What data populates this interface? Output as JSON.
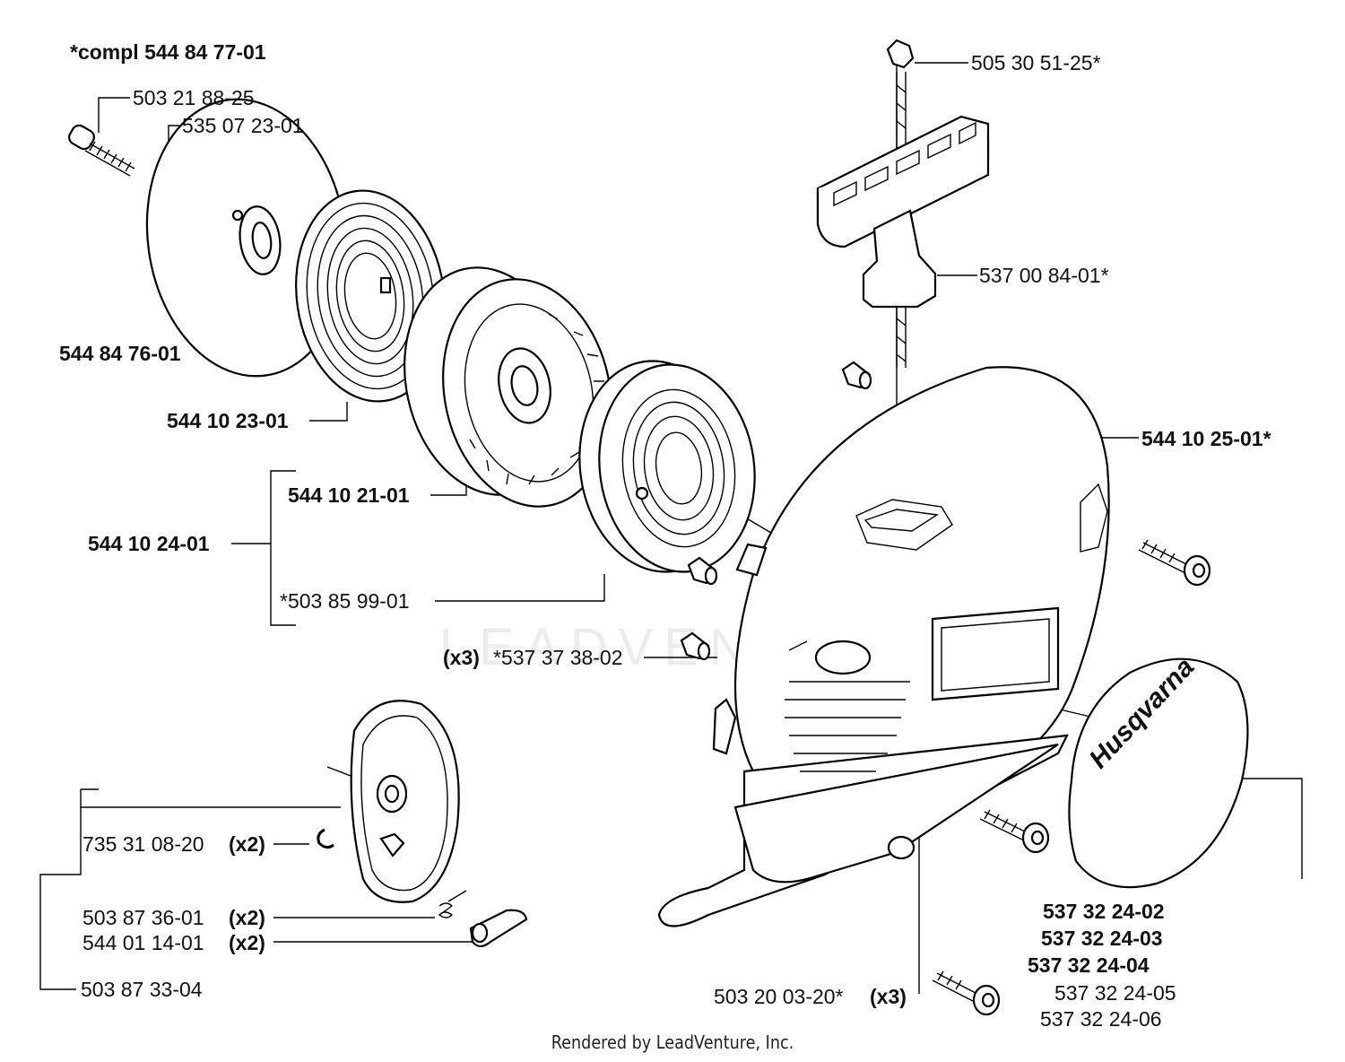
{
  "title": "*compl 544 84 77-01",
  "labels": {
    "l_503218825": "503 21 88-25",
    "l_535072301": "535 07 23-01",
    "l_544847601": "544 84 76-01",
    "l_544102301": "544 10 23-01",
    "l_544102101": "544 10 21-01",
    "l_544102401": "544 10 24-01",
    "l_503859901": "*503 85 99-01",
    "l_x3a": "(x3)",
    "l_537373802": "*537 37 38-02",
    "l_505305125": "505 30 51-25*",
    "l_537008401": "537 00 84-01*",
    "l_544102501": "544 10 25-01*",
    "l_735310820": "735 31 08-20",
    "l_x2a": "(x2)",
    "l_503873601": "503 87 36-01",
    "l_x2b": "(x2)",
    "l_544011401": "544 01 14-01",
    "l_x2c": "(x2)",
    "l_503873304": "503 87 33-04",
    "l_503200320": "503 20 03-20*",
    "l_x3b": "(x3)",
    "l_537322402": "537 32 24-02",
    "l_537322403": "537 32 24-03",
    "l_537322404": "537 32 24-04",
    "l_537322405": "537 32 24-05",
    "l_537322406": "537 32 24-06"
  },
  "decal_text": "Husqvarna",
  "watermark": "LEADVENTURE",
  "footer": "Rendered by LeadVenture, Inc."
}
